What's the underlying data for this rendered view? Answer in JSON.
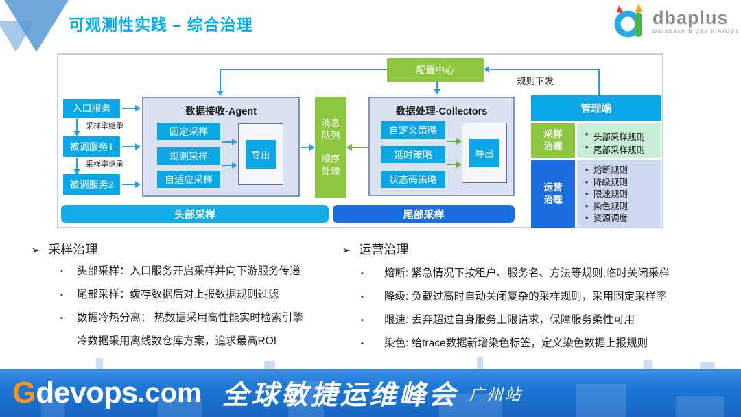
{
  "header": {
    "title": "可观测性实践 – 综合治理",
    "logo": {
      "name": "dbaplus",
      "tagline": "Database  Bigdata  AIOps"
    }
  },
  "diagram": {
    "services": [
      {
        "label": "入口服务"
      },
      {
        "label": "被调服务1"
      },
      {
        "label": "被调服务2"
      }
    ],
    "inherit_label": "采样率继承",
    "agent": {
      "title": "数据接收-Agent",
      "items": [
        "固定采样",
        "规则采样",
        "自适应采样"
      ],
      "export_label": "导出"
    },
    "queue": {
      "lines": [
        "消息",
        "队列",
        "顺序",
        "处理"
      ]
    },
    "collectors": {
      "title": "数据处理-Collectors",
      "items": [
        "自定义策略",
        "延时策略",
        "状态码策略"
      ],
      "export_label": "导出"
    },
    "config_center_label": "配置中心",
    "rule_dispatch_label": "规则下发",
    "management": {
      "title": "管理端",
      "rows": [
        {
          "label": "采样治理",
          "items": [
            "头部采样规则",
            "尾部采样规则"
          ]
        },
        {
          "label": "运营治理",
          "items": [
            "熔断规则",
            "降级规则",
            "限速规则",
            "染色规则",
            "资源调度"
          ]
        }
      ]
    },
    "head_bar_label": "头部采样",
    "tail_bar_label": "尾部采样"
  },
  "notes": {
    "left": {
      "heading": "采样治理",
      "items": [
        {
          "text": "头部采样：入口服务开启采样并向下游服务传递"
        },
        {
          "text": "尾部采样：缓存数据后对上报数据规则过滤"
        },
        {
          "text": "数据冷热分离： 热数据采用高性能实时检索引擎",
          "text2": "冷数据采用离线数仓库方案，追求最高ROI"
        }
      ]
    },
    "right": {
      "heading": "运营治理",
      "items": [
        {
          "text": "熔断: 紧急情况下按租户、服务名、方法等规则,临时关闭采样"
        },
        {
          "text": "降级: 负载过高时自动关闭复杂的采样规则，采用固定采样率"
        },
        {
          "text": "限速: 丢弃超过自身服务上限请求，保障服务柔性可用"
        },
        {
          "text": "染色: 给trace数据新增染色标签，定义染色数据上报规则"
        }
      ]
    }
  },
  "footer": {
    "brand_g": "G",
    "brand_rest": "devops",
    "brand_suffix": ".com",
    "event": "全球敏捷运维峰会",
    "city": "广州站"
  },
  "colors": {
    "accent_cyan": "#0AA6E6",
    "accent_blue": "#1B6CE0",
    "accent_green": "#8DC63F",
    "panel_bg": "#DAE1F1",
    "mint_bg": "#C8EFD5",
    "lavender_bg": "#CDD9F0",
    "title_cyan": "#00AEEF",
    "footer_blue": "#1E78D6",
    "brand_orange": "#F7941D"
  }
}
